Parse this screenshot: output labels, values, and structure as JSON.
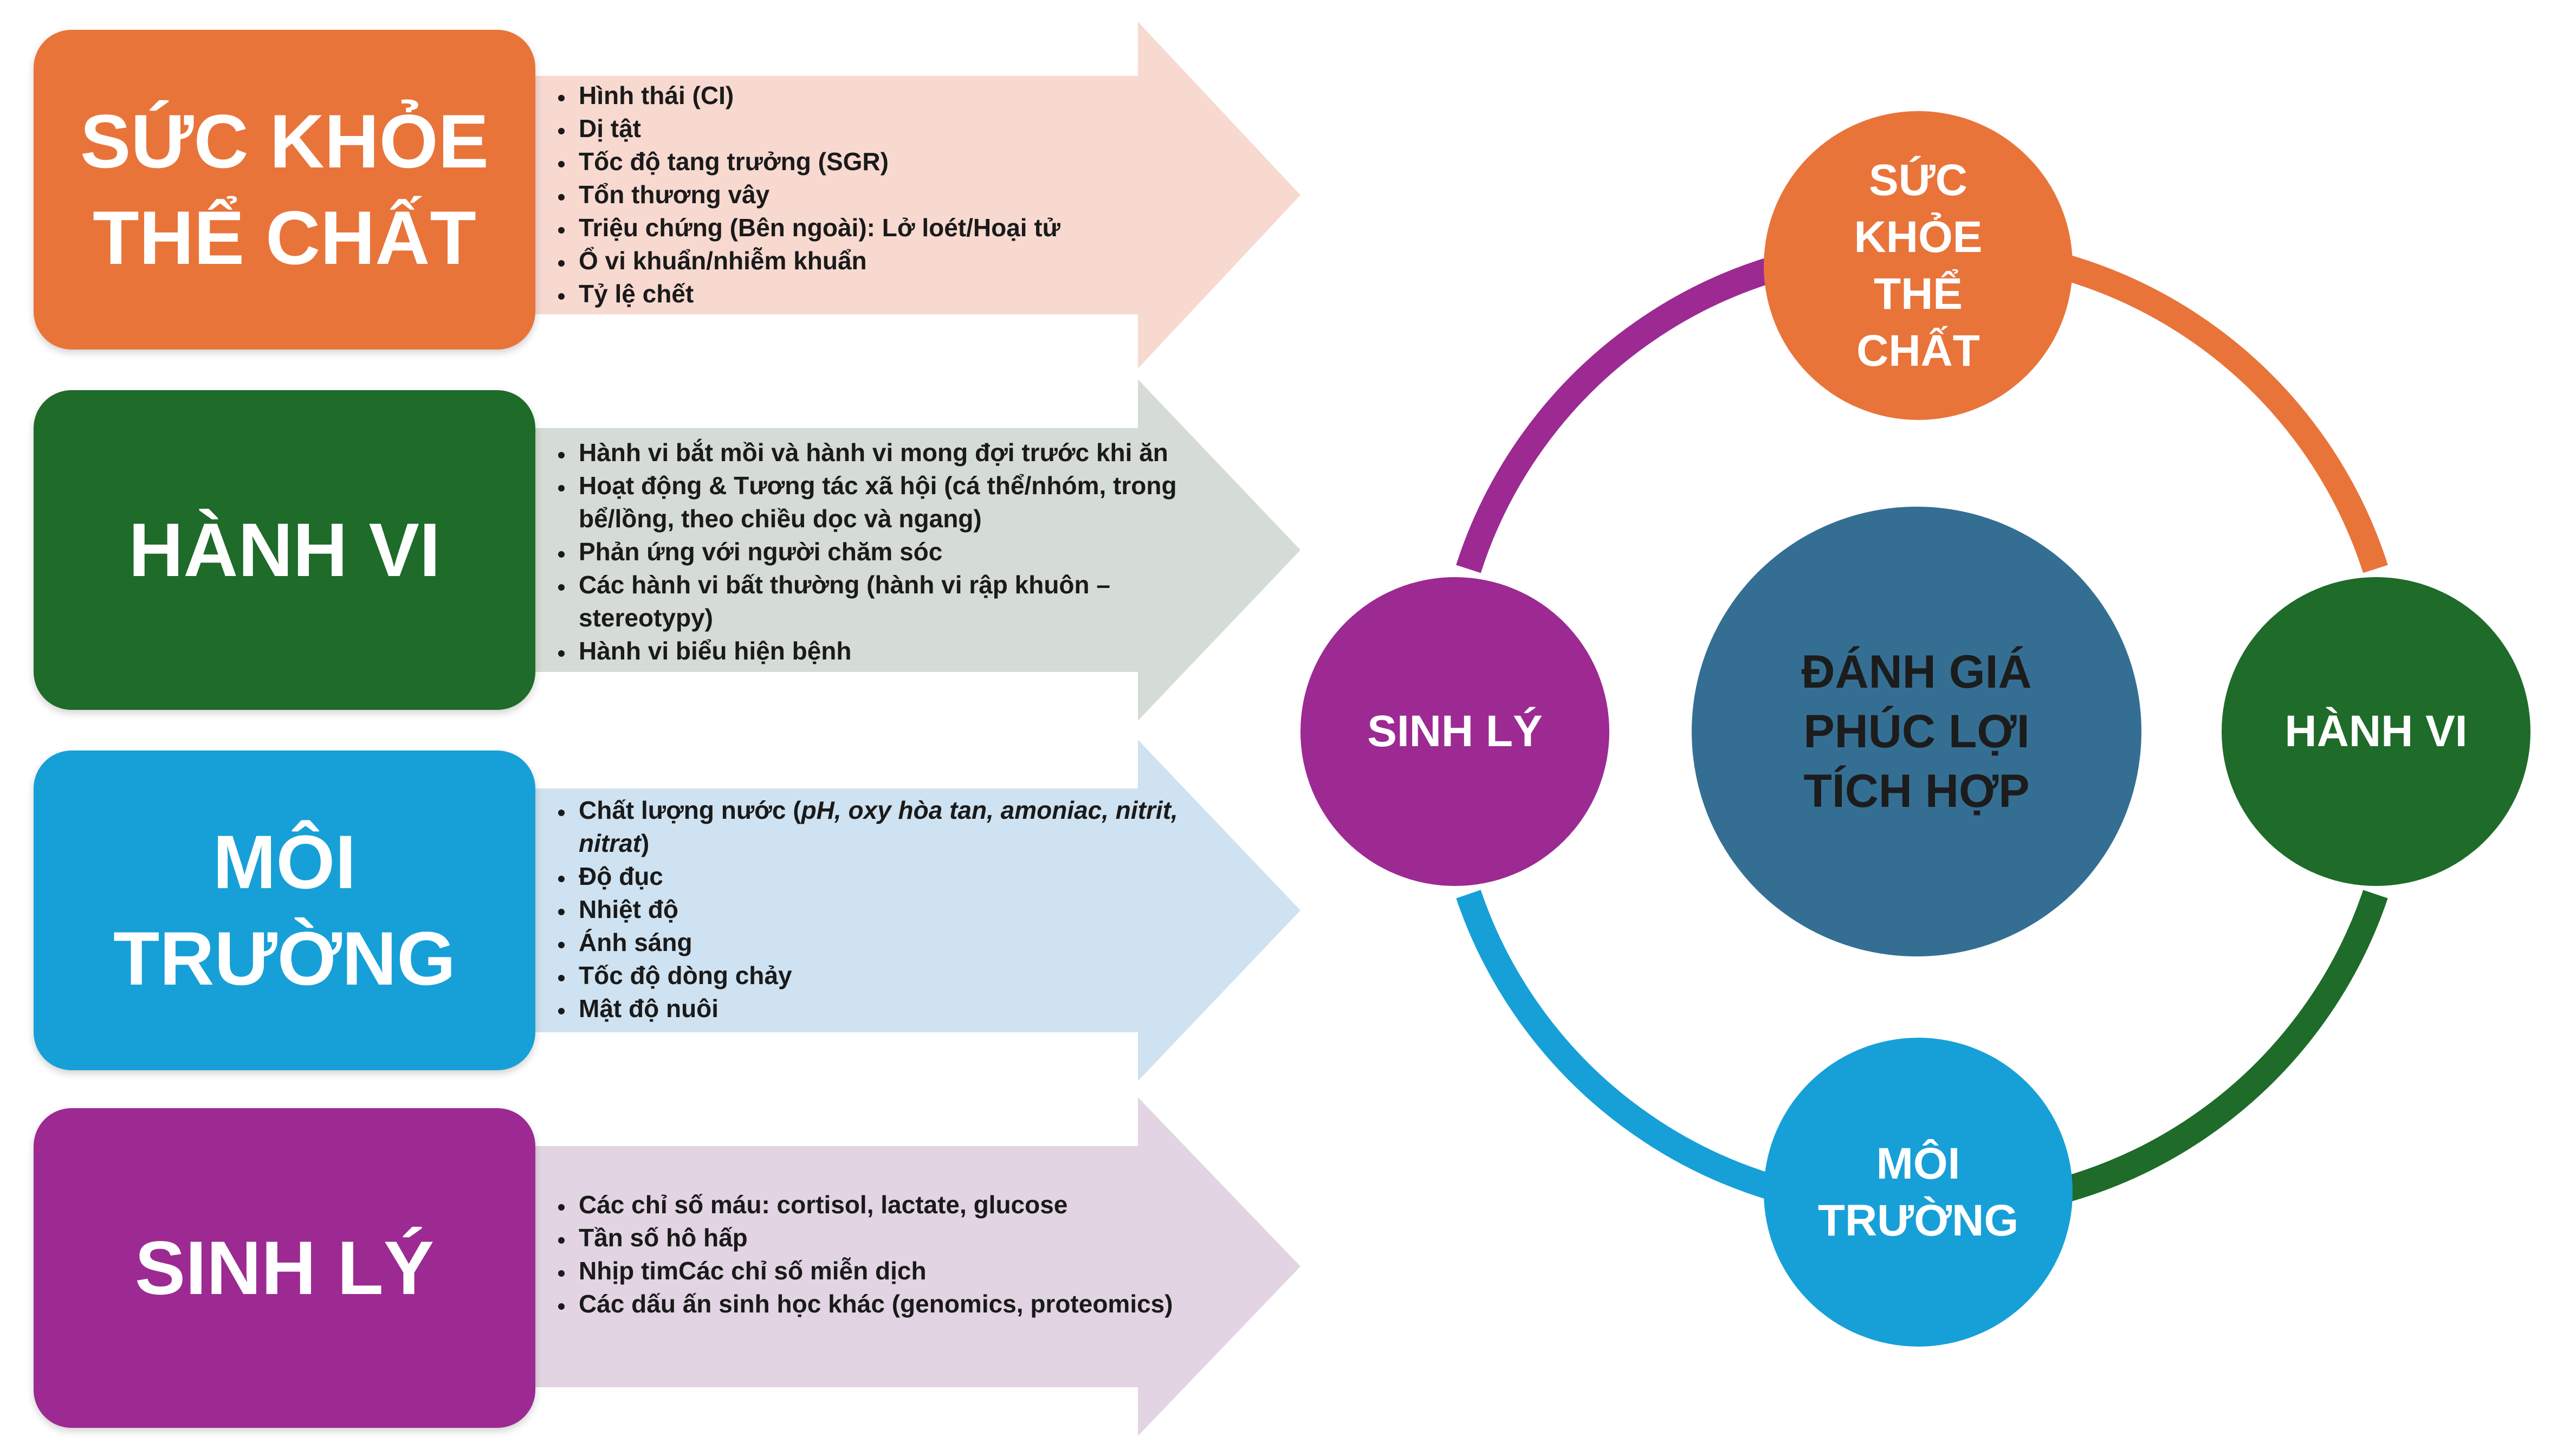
{
  "colors": {
    "physical": "#e8743a",
    "physical_light": "#f7d9d0",
    "behavior": "#1e6b2a",
    "behavior_light": "#d4dcd5",
    "environment": "#17a0d7",
    "environment_light": "#cfe2f1",
    "physiology": "#9c2a92",
    "physiology_light": "#e2d4e3",
    "center": "#346f93"
  },
  "categories": [
    {
      "title": "SỨC KHỎE\nTHỂ CHẤT",
      "items": [
        "Hình thái (CI)",
        "Dị tật",
        "Tốc độ tang trưởng (SGR)",
        "Tổn thương vây",
        "Triệu chứng (Bên ngoài): Lở loét/Hoại tử",
        "Ổ vi khuẩn/nhiễm khuẩn",
        "Tỷ lệ chết"
      ]
    },
    {
      "title": "HÀNH VI",
      "items": [
        "Hành vi bắt mồi và hành vi mong đợi trước khi ăn",
        "Hoạt động & Tương tác xã hội (cá thể/nhóm, trong bể/lồng, theo chiều dọc và ngang)",
        "Phản ứng với người chăm sóc",
        "Các hành vi bất thường (hành vi rập khuôn – stereotypy)",
        "Hành vi biểu hiện bệnh"
      ]
    },
    {
      "title": "MÔI\nTRƯỜNG",
      "items_first_lead": "Chất lượng nước (",
      "items_first_italic": "pH, oxy hòa tan, amoniac, nitrit, nitrat",
      "items_first_tail": ")",
      "items": [
        "Độ đục",
        "Nhiệt độ",
        "Ánh sáng",
        "Tốc độ dòng chảy",
        "Mật độ nuôi"
      ]
    },
    {
      "title": "SINH LÝ",
      "items": [
        "Các chỉ số máu: cortisol, lactate, glucose",
        "Tần số hô hấp",
        "Nhịp timCác chỉ số miễn dịch",
        "Các dấu ấn sinh học khác (genomics, proteomics)"
      ]
    }
  ],
  "cycle": {
    "top": "SỨC\nKHỎE\nTHỂ\nCHẤT",
    "right": "HÀNH VI",
    "bottom": "MÔI\nTRƯỜNG",
    "left": "SINH LÝ",
    "center": "ĐÁNH GIÁ\nPHÚC LỢI\nTÍCH HỢP"
  }
}
